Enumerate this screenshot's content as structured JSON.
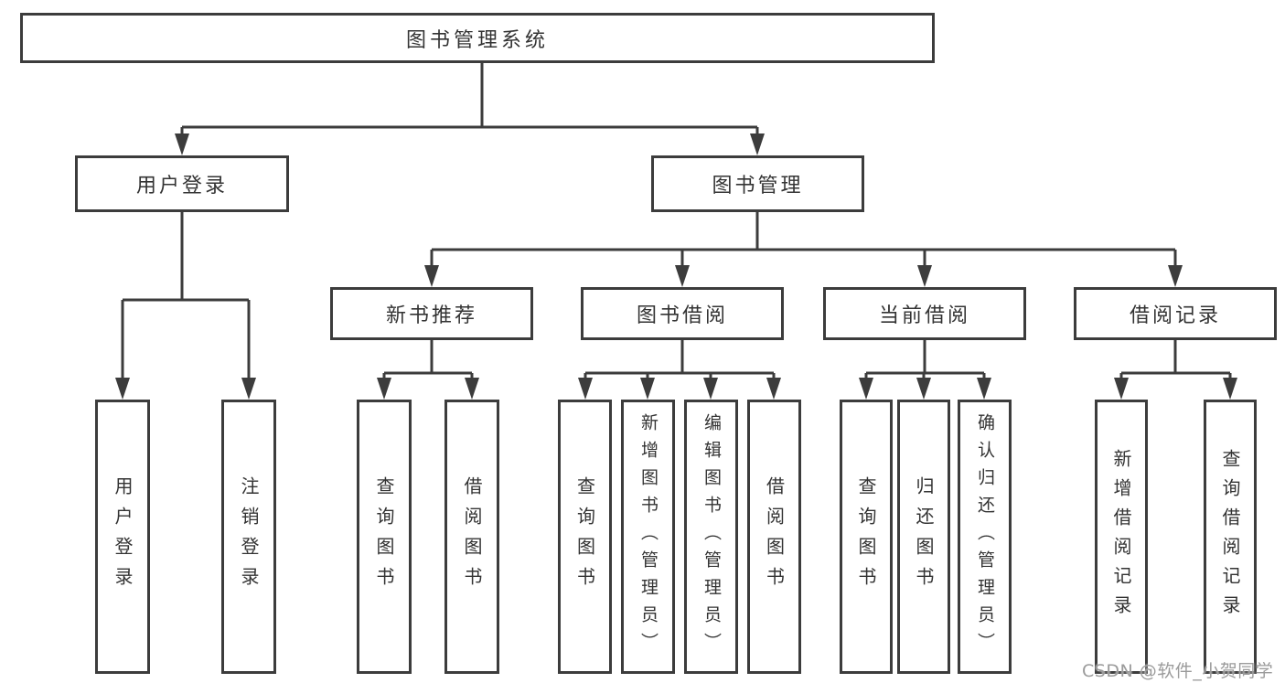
{
  "diagram_title": "图书管理系统",
  "tree": {
    "root": "图书管理系统",
    "userLogin": {
      "label": "用户登录",
      "children": [
        "用户登录",
        "注销登录"
      ]
    },
    "bookMgmt": {
      "label": "图书管理",
      "groups": [
        {
          "label": "新书推荐",
          "children": [
            "查询图书",
            "借阅图书"
          ]
        },
        {
          "label": "图书借阅",
          "children": [
            "查询图书",
            "新增图书（管理员）",
            "编辑图书（管理员）",
            "借阅图书"
          ]
        },
        {
          "label": "当前借阅",
          "children": [
            "查询图书",
            "归还图书",
            "确认归还（管理员）"
          ]
        },
        {
          "label": "借阅记录",
          "children": [
            "新增借阅记录",
            "查询借阅记录"
          ]
        }
      ]
    }
  },
  "watermark": "CSDN @软件_小贺同学",
  "colors": {
    "line": "#3c3c3c",
    "box_border": "#3c3c3c",
    "box_fill": "#ffffff",
    "text": "#333333",
    "watermark": "#9b9b9b",
    "background": "#ffffff"
  }
}
